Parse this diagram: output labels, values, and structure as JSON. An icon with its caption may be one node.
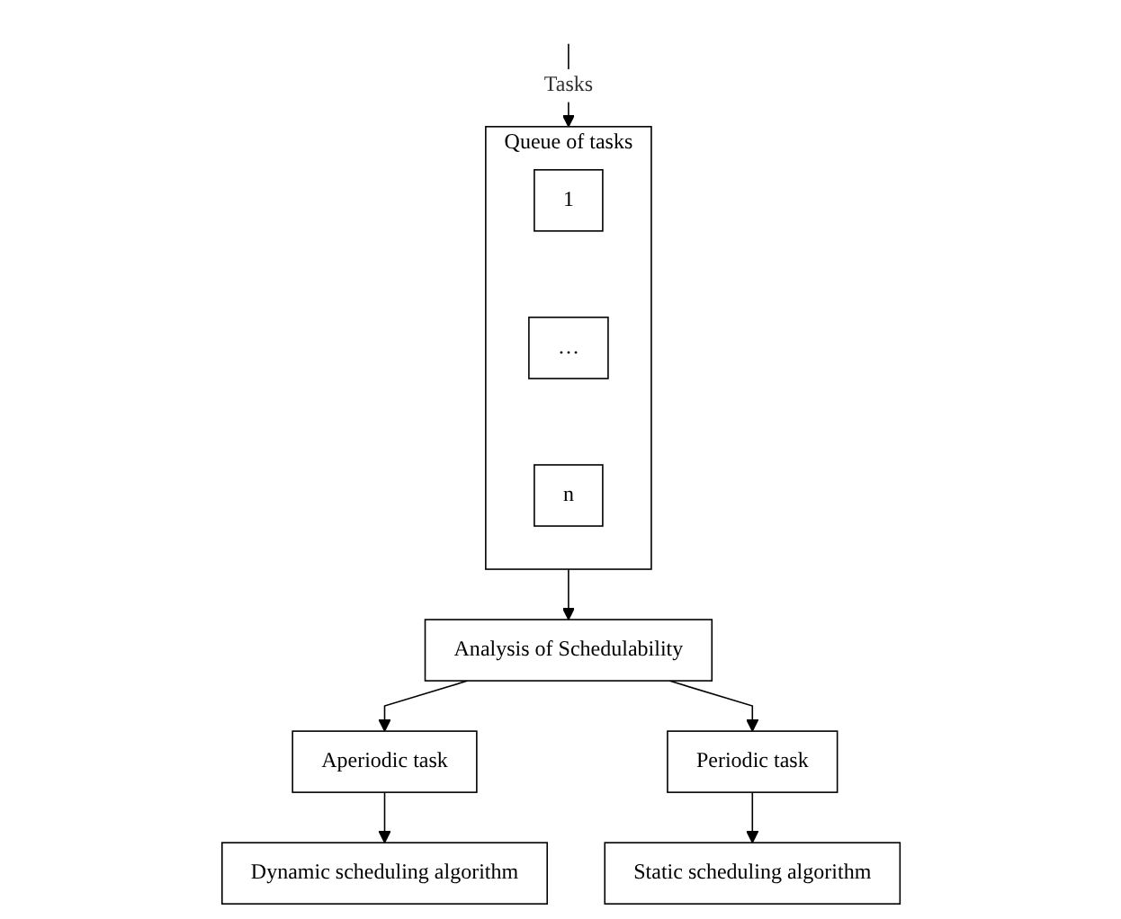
{
  "diagram": {
    "nodes": [
      {
        "text": [
          "Queue of tasks"
        ]
      },
      {
        "text": [
          "1"
        ],
        "in": 0
      },
      {
        "text": [
          "…"
        ],
        "in": 0
      },
      {
        "text": [
          "n"
        ],
        "in": 0
      },
      {
        "text": [
          "Analysis of Schedulability"
        ]
      },
      {
        "text": [
          "Aperiodic task"
        ]
      },
      {
        "text": [
          "Periodic task"
        ]
      },
      {
        "text": [
          "Dynamic scheduling algorithm"
        ]
      },
      {
        "text": [
          "Static scheduling algorithm"
        ]
      }
    ],
    "edges": [
      {
        "from": null,
        "to": 0,
        "arrow": "to",
        "label": "Tasks"
      },
      {
        "from": 0,
        "to": 4,
        "arrow": "to"
      },
      {
        "from": 4,
        "to": 5,
        "arrow": "to"
      },
      {
        "from": 4,
        "to": 6,
        "arrow": "to"
      },
      {
        "from": 5,
        "to": 7,
        "arrow": "to"
      },
      {
        "from": 6,
        "to": 8,
        "arrow": "to"
      }
    ]
  }
}
